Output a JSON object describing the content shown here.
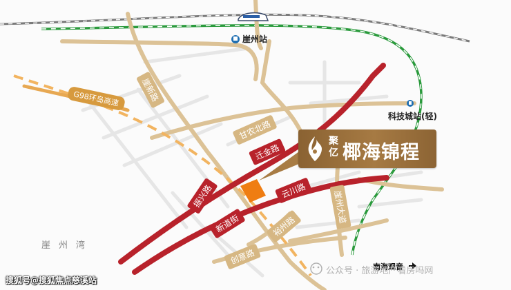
{
  "stations": {
    "yazhou": "崖州站",
    "keji": "科技城站(轻)"
  },
  "roads": {
    "g98": "G98环岛高速",
    "yaxin": "崖新路",
    "gannong_north": "甘农北路",
    "qianjin": "迁金路",
    "zhenxing": "振兴路",
    "yunchuan": "云川路",
    "xindao": "新道街",
    "yazhou_avenue": "崖州大道",
    "yuzhou": "裕州路",
    "chuangye": "创意路"
  },
  "places": {
    "bay": "崖州湾",
    "nanhai": "南海观音"
  },
  "project": {
    "brand_small": "聚亿",
    "brand_main": "椰海锦程"
  },
  "watermarks": {
    "left": "搜狐号@搜狐焦点慈溪站",
    "right": "公众号 · 旅游地产看房吗网"
  },
  "colors": {
    "main_road": "#b8222b",
    "secondary_road": "#dcc296",
    "minor_road": "#e4e4e4",
    "railway_green": "#2a9a3c",
    "railway_gray": "#7a7a7a",
    "highway_dash": "#f0a43a",
    "project_plot": "#ef7d12",
    "brand_gold": "#9b7240"
  },
  "icons": {
    "station": "station-icon",
    "train": "train-icon",
    "arrow": "arrow-right-icon",
    "logo": "flame-logo-icon",
    "wechat": "wechat-icon"
  }
}
